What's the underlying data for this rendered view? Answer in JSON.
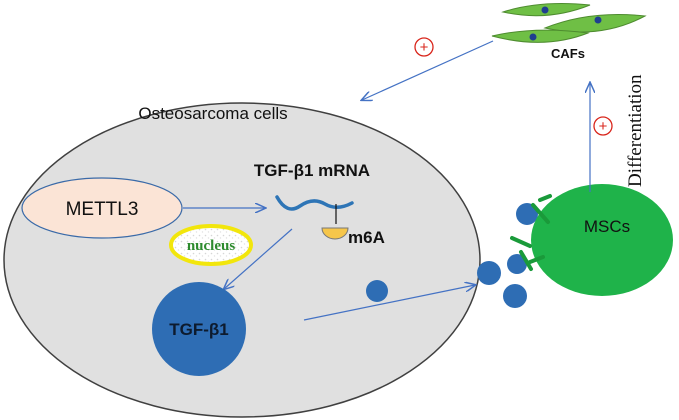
{
  "labels": {
    "osteosarcoma": "Osteosarcoma cells",
    "mettl3": "METTL3",
    "tgf_mrna": "TGF-β1 mRNA",
    "nucleus": "nucleus",
    "m6a": "m6A",
    "tgf_protein": "TGF-β1",
    "mscs": "MSCs",
    "cafs": "CAFs",
    "differentiation": "Differentiation",
    "plus_top": "+",
    "plus_right": "+"
  },
  "colors": {
    "cell_fill": "#e0e0e0",
    "cell_stroke": "#404040",
    "mettl3_fill": "#fbe4d6",
    "mettl3_stroke": "#3a6aa8",
    "nucleus_stroke": "#f2e60c",
    "nucleus_text": "#2e8b2e",
    "mrna_stroke": "#2e75b6",
    "m6a_fill": "#f6c64a",
    "tgf_blue": "#2e6db4",
    "msc_green": "#1fb34a",
    "arrow_blue": "#4472c4",
    "plus_red": "#d9261c",
    "caf_green": "#6fbf45",
    "caf_nucleus": "#1f3f8f"
  }
}
